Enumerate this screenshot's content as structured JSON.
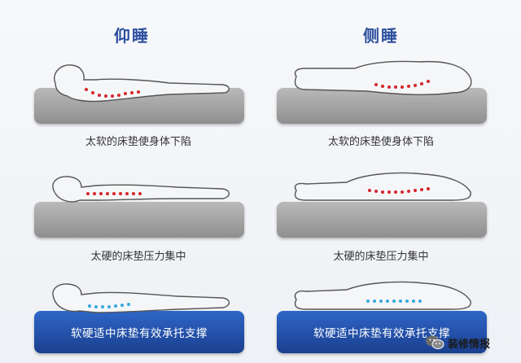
{
  "columns": {
    "left_title": "仰睡",
    "right_title": "侧睡"
  },
  "rows": {
    "soft": {
      "left_caption": "太软的床垫使身体下陷",
      "right_caption": "太软的床垫使身体下陷"
    },
    "hard": {
      "left_caption": "太硬的床垫压力集中",
      "right_caption": "太硬的床垫压力集中"
    },
    "good": {
      "left_label": "软硬适中床垫有效承托支撑",
      "right_label": "软硬适中床垫有效承托支撑"
    }
  },
  "watermark": {
    "text": "装修情报",
    "icon": "wechat-logo-icon"
  },
  "colors": {
    "title": "#2c4f9e",
    "soft_mattress": "#a3a3a3",
    "good_mattress": "#1f4ea6",
    "pressure_dots": "#d6262b",
    "support_dots": "#35a9dd"
  }
}
